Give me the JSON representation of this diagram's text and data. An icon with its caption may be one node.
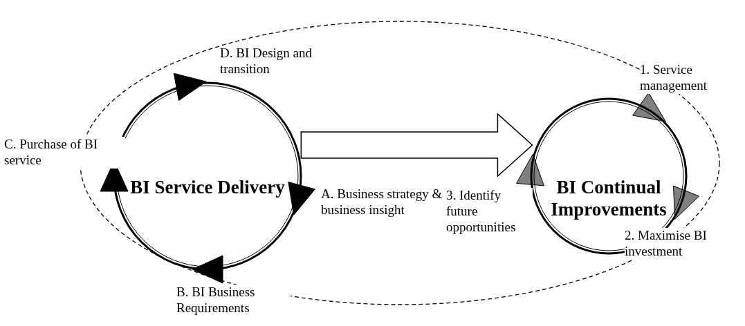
{
  "diagram": {
    "nodes": [
      {
        "text": [
          "BI Service Delivery"
        ],
        "beside": [
          "D. BI Design and transition",
          "C. Purchase of BI service",
          "A. Business strategy & business insight",
          "B. BI Business Requirements"
        ]
      },
      {
        "text": [
          "BI Continual Improvements"
        ],
        "beside": [
          "1. Service management",
          "3. Identify future opportunities",
          "2. Maximise BI investment"
        ]
      }
    ],
    "edges": [
      {
        "from": 0,
        "to": 1,
        "arrow": "to",
        "style": "thick"
      }
    ]
  }
}
